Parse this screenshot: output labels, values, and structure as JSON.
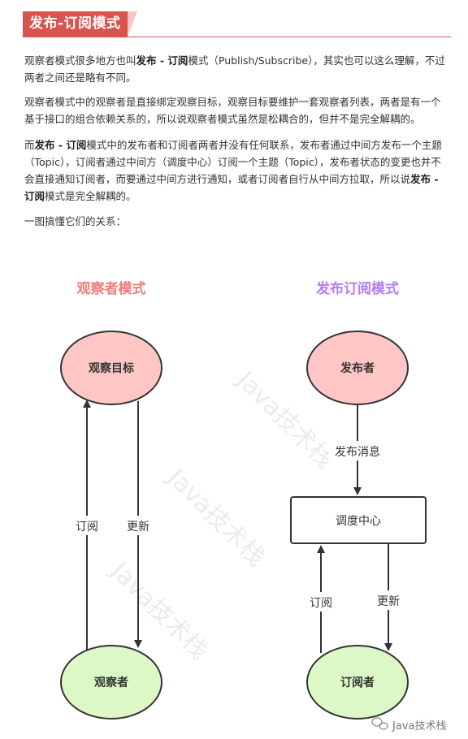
{
  "heading": "发布-订阅模式",
  "p1": {
    "a": "观察者模式很多地方也叫",
    "b": "发布 - 订阅",
    "c": "模式（Publish/Subscribe），其实也可以这么理解，不过两者之间还是略有不同。"
  },
  "p2": {
    "a": "观察者模式中的观察者是直接绑定观察目标，观察目标要维护一套观察者列表，两者是有一个基于接口的组合依赖关系的，所以说观察者模式虽然是松耦合的，但并不是完全解耦的。"
  },
  "p3": {
    "a": "而",
    "b": "发布 - 订阅",
    "c": "模式中的发布者和订阅者两者并没有任何联系，发布者通过中间方发布一个主题（Topic），订阅者通过中间方（调度中心）订阅一个主题（Topic），发布者状态的变更也并不会直接通知订阅者，而要通过中间方进行通知，或者订阅者自行从中间方拉取，所以说",
    "d": "发布 - 订阅",
    "e": "模式是完全解耦的。"
  },
  "p4": {
    "a": "一图搞懂它们的关系："
  },
  "diagram": {
    "observer_title": "观察者模式",
    "pubsub_title": "发布订阅模式",
    "subject": "观察目标",
    "observer": "观察者",
    "subscribe": "订阅",
    "update": "更新",
    "publisher": "发布者",
    "publish_msg": "发布消息",
    "dispatcher": "调度中心",
    "subscribe2": "订阅",
    "update2": "更新",
    "subscriber": "订阅者",
    "watermark": "Java技术栈",
    "footer_brand": "Java技术栈"
  },
  "colors": {
    "heading_bg": "#d9534f",
    "observer_title": "#f47a7a",
    "pubsub_title": "#b57cf0",
    "pink_node": "#ffc6c6",
    "green_node": "#dcf8c6"
  }
}
